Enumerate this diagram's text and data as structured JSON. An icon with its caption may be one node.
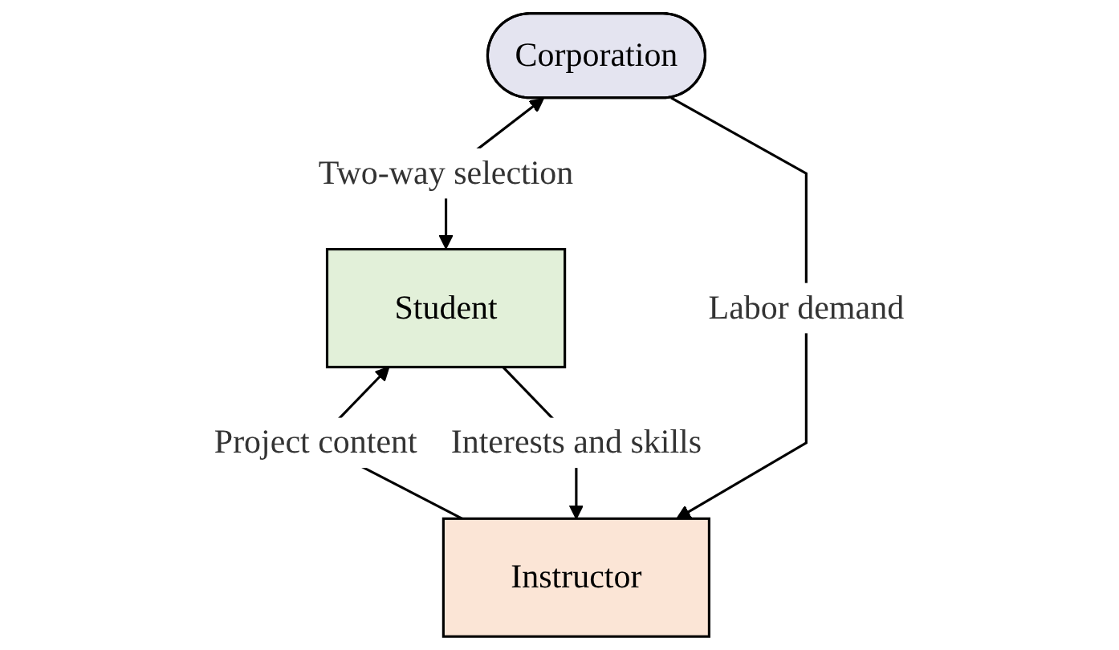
{
  "diagram": {
    "nodes": [
      {
        "text": [
          "Instructor"
        ]
      },
      {
        "text": [
          "Student"
        ]
      },
      {
        "text": [
          "Corporation"
        ]
      }
    ],
    "edges": [
      {
        "from": 1,
        "to": 0,
        "arrow": "to",
        "label": "Interests and skills"
      },
      {
        "from": 0,
        "to": 1,
        "arrow": "to",
        "label": "Project content"
      },
      {
        "from": 2,
        "to": 0,
        "arrow": "to",
        "label": "Labor demand"
      },
      {
        "from": 1,
        "to": 2,
        "arrow": "both",
        "label": "Two-way selection"
      }
    ]
  }
}
